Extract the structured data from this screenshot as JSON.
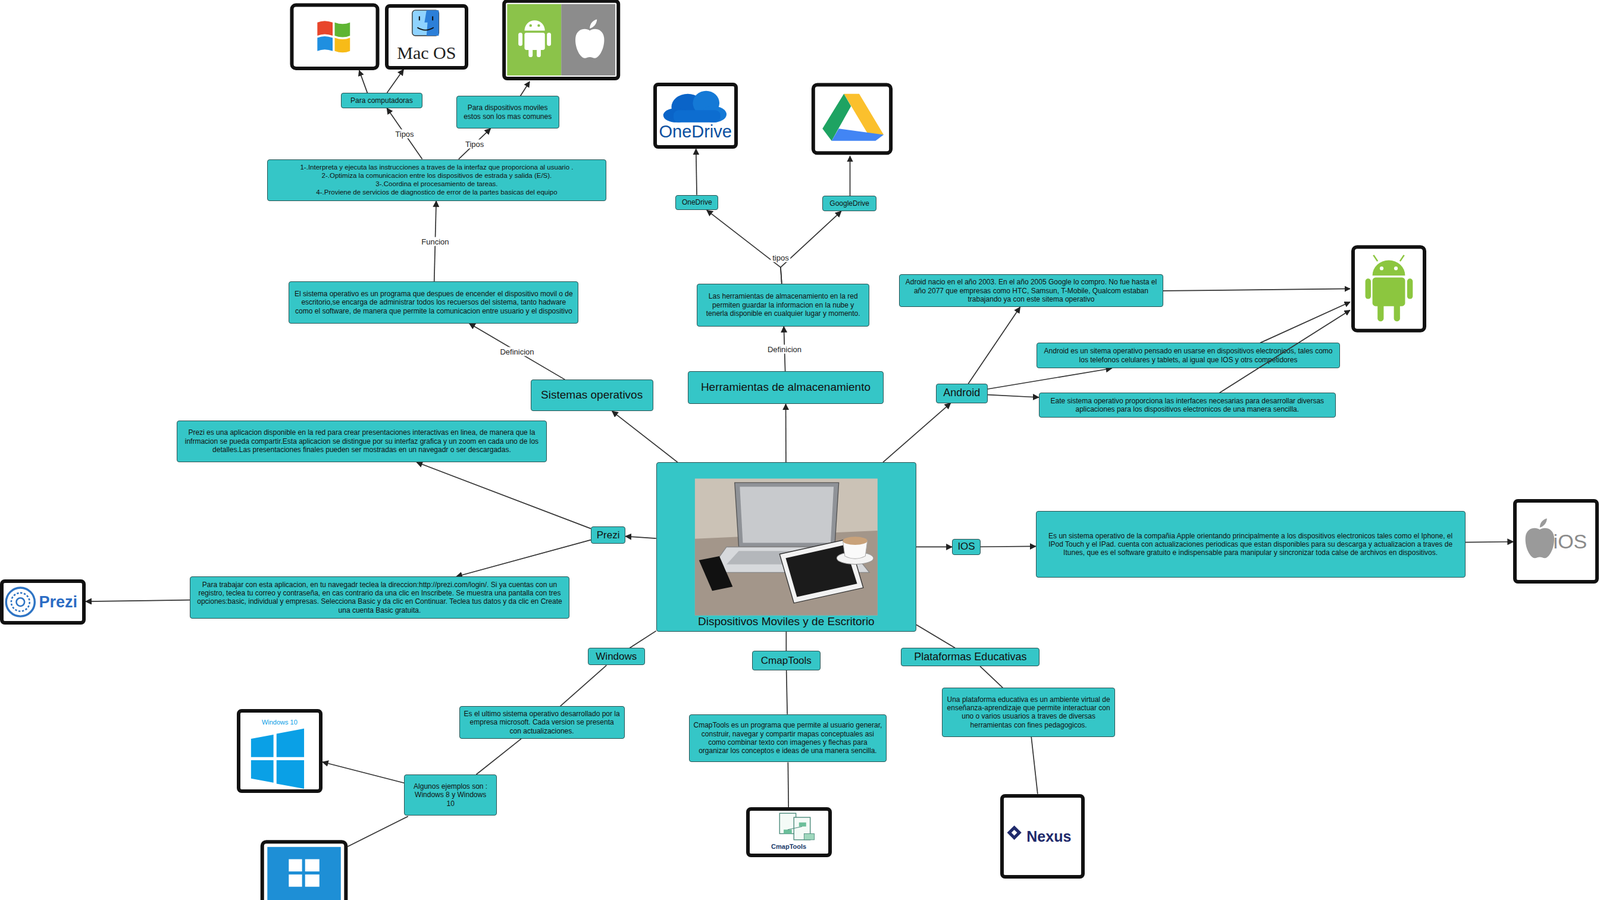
{
  "diagram": {
    "nodes": [
      {
        "text": [
          "Dispositivos Moviles y de Escritorio"
        ]
      },
      {
        "text": [
          "Sistemas operativos"
        ]
      },
      {
        "text": [
          "El sistema operativo es un programa que despues de encender el dispositivo movil o de escritorio,se encarga de administrar todos los recuersos del sistema, tanto hadware como el software, de manera que permite la comunicacion entre usuario y el dispositivo"
        ]
      },
      {
        "text": [
          "1-.Interpreta y ejecuta las instrucciones a traves de la interfaz que proporciona al usuario .",
          "2-.Optimiza la comunicacion entre los dispositivos de estrada y salida (E/S).",
          "3-.Coordina el procesamiento de tareas.",
          "4-.Proviene de servicios de diagnostico de error de la partes basicas del equipo"
        ]
      },
      {
        "text": [
          "Para computadoras"
        ]
      },
      {
        "text": [
          "Para dispositivos moviles estos son los mas comunes"
        ]
      },
      {
        "text": [
          "Mac OS"
        ]
      },
      {
        "text": [
          "Herramientas de almacenamiento"
        ]
      },
      {
        "text": [
          "Las herramientas de almacenamiento en la red permiten guardar la informacion en la nube y tenerla disponible en cualquier lugar y momento."
        ]
      },
      {
        "text": [
          "OneDrive"
        ]
      },
      {
        "text": [
          "GoogleDrive"
        ]
      },
      {
        "text": [
          "OneDrive"
        ]
      },
      {
        "text": [
          "Android"
        ]
      },
      {
        "text": [
          "Adroid nacio en el año 2003. En el año 2005 Google lo compro. No fue hasta el año 2077 que empresas como HTC, Samsun, T-Mobile, Qualcom estaban trabajando ya con este sitema operativo"
        ]
      },
      {
        "text": [
          "Android es un sitema operativo pensado en usarse en dispositivos electronicos, tales como los telefonos celulares y tablets, al igual que IOS y otrs competidores"
        ]
      },
      {
        "text": [
          "Eate sistema operativo proporciona las interfaces necesarias para desarrollar diversas aplicaciones para los dispositivos electronicos de una manera sencilla."
        ]
      },
      {
        "text": [
          "IOS"
        ]
      },
      {
        "text": [
          "Es un sistema operativo de la compañia Apple orientando principalmente a los dispositivos electronicos tales como el Iphone, el IPod Touch y el IPad. cuenta con actualizaciones periodicas que estan disponibles para su descarga y actualizacion a traves de Itunes, que es el software gratuito e indispensable para manipular y sincronizar toda calse de archivos en dispositivos."
        ]
      },
      {
        "text": [
          "iOS"
        ]
      },
      {
        "text": [
          "Prezi"
        ]
      },
      {
        "text": [
          "Prezi es una aplicacion disponible en la red para crear presentaciones interactivas en linea, de manera que la infrmacion se pueda compartir.Esta aplicacion se distingue por su interfaz grafica y un zoom en cada uno de los detalles.Las presentaciones finales pueden ser mostradas en un navegadr o ser descargadas."
        ]
      },
      {
        "text": [
          "Para trabajar con esta aplicacion, en tu navegadr teclea la direccion:http://prezi.com/login/. Si ya cuentas con un registro, teclea tu correo y contraseña, en cas contrario da una clic en Inscribete. Se muestra una pantalla con tres opciones:basic, individual y empresas. Selecciona Basic y da clic en Continuar. Teclea tus datos y da clic en Create una cuenta Basic gratuita."
        ]
      },
      {
        "text": [
          "Prezi"
        ]
      },
      {
        "text": [
          "Windows"
        ]
      },
      {
        "text": [
          "Es el ultimo sistema operativo desarrollado por la empresa microsoft. Cada version se presenta con actualizaciones."
        ]
      },
      {
        "text": [
          "Algunos ejemplos son : Windows 8 y Windows 10"
        ]
      },
      {
        "text": [
          "Windows 10"
        ]
      },
      {
        "text": [
          "CmapTools"
        ]
      },
      {
        "text": [
          "CmapTools es un programa que permite al usuario generar, construir, navegar y compartir mapas conceptuales asi como combinar texto con imagenes y flechas para organizar los conceptos e ideas de una manera sencilla."
        ]
      },
      {
        "text": [
          "CmapTools"
        ]
      },
      {
        "text": [
          "Plataformas Educativas"
        ]
      },
      {
        "text": [
          "Una plataforma educativa es un ambiente virtual de enseñanza-aprendizaje que permite interactuar con uno o varios usuarios a traves de diversas herramientas con fines pedagogicos."
        ]
      },
      {
        "text": [
          "Nexus"
        ]
      }
    ],
    "edges": [
      {
        "from": 0,
        "to": 1,
        "arrow": "to"
      },
      {
        "from": 1,
        "to": 2,
        "label": "Definicion",
        "arrow": "to"
      },
      {
        "from": 2,
        "to": 3,
        "label": "Funcion",
        "arrow": "to"
      },
      {
        "from": 3,
        "to": 4,
        "label": "Tipos",
        "arrow": "to"
      },
      {
        "from": 3,
        "to": 5,
        "label": "Tipos",
        "arrow": "to"
      },
      {
        "from": 4,
        "to": 6,
        "arrow": "to"
      },
      {
        "from": 0,
        "to": 7,
        "arrow": "to"
      },
      {
        "from": 7,
        "to": 8,
        "label": "Definicion",
        "arrow": "to"
      },
      {
        "from": 8,
        "to": 9,
        "label": "tipos",
        "arrow": "to"
      },
      {
        "from": 8,
        "to": 10,
        "arrow": "to"
      },
      {
        "from": 9,
        "to": 11,
        "arrow": "to"
      },
      {
        "from": 0,
        "to": 12,
        "arrow": "to"
      },
      {
        "from": 12,
        "to": 13,
        "arrow": "to"
      },
      {
        "from": 12,
        "to": 14,
        "arrow": "to"
      },
      {
        "from": 12,
        "to": 15,
        "arrow": "to"
      },
      {
        "from": 0,
        "to": 16,
        "arrow": "to"
      },
      {
        "from": 16,
        "to": 17,
        "arrow": "to"
      },
      {
        "from": 17,
        "to": 18,
        "arrow": "to"
      },
      {
        "from": 0,
        "to": 19,
        "arrow": "to"
      },
      {
        "from": 19,
        "to": 20,
        "arrow": "to"
      },
      {
        "from": 19,
        "to": 21,
        "arrow": "to"
      },
      {
        "from": 21,
        "to": 22,
        "arrow": "to"
      },
      {
        "from": 0,
        "to": 23,
        "arrow": "none"
      },
      {
        "from": 23,
        "to": 24,
        "arrow": "none"
      },
      {
        "from": 24,
        "to": 25,
        "arrow": "none"
      },
      {
        "from": 25,
        "to": 26,
        "arrow": "to"
      },
      {
        "from": 0,
        "to": 27,
        "arrow": "none"
      },
      {
        "from": 27,
        "to": 28,
        "arrow": "none"
      },
      {
        "from": 28,
        "to": 29,
        "arrow": "none"
      },
      {
        "from": 0,
        "to": 30,
        "arrow": "none"
      },
      {
        "from": 30,
        "to": 31,
        "arrow": "none"
      },
      {
        "from": 31,
        "to": 32,
        "arrow": "none"
      }
    ]
  }
}
